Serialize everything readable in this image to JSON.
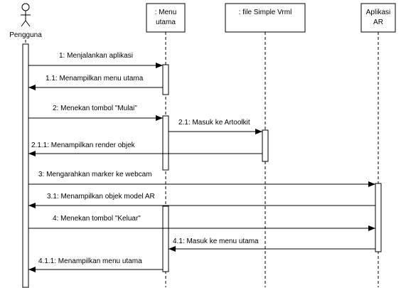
{
  "actor": {
    "label": "Pengguna",
    "icon": "stick-figure-icon"
  },
  "participants": [
    {
      "id": "menu",
      "line1": ": Menu",
      "line2": "utama"
    },
    {
      "id": "file",
      "line1": ": file Simple Vrml",
      "line2": ""
    },
    {
      "id": "ar",
      "line1": "Aplikasi",
      "line2": "AR"
    }
  ],
  "messages": [
    {
      "id": "m1",
      "text": "1: Menjalankan aplikasi"
    },
    {
      "id": "m2",
      "text": "1.1: Menampilkan menu utama"
    },
    {
      "id": "m3",
      "text": "2: Menekan tombol \"Mulai\""
    },
    {
      "id": "m4",
      "text": "2.1: Masuk ke Artoolkit"
    },
    {
      "id": "m5",
      "text": "2.1.1: Menampilkan render objek"
    },
    {
      "id": "m6",
      "text": "3: Mengarahkan marker ke webcam"
    },
    {
      "id": "m7",
      "text": "3.1: Menampilkan objek model AR"
    },
    {
      "id": "m8",
      "text": "4: Menekan tombol \"Keluar\""
    },
    {
      "id": "m9",
      "text": "4.1: Masuk ke menu utama"
    },
    {
      "id": "m10",
      "text": "4.1.1: Menampilkan menu utama"
    }
  ],
  "colors": {
    "line": "#000000",
    "box_fill": "#ffffff"
  }
}
